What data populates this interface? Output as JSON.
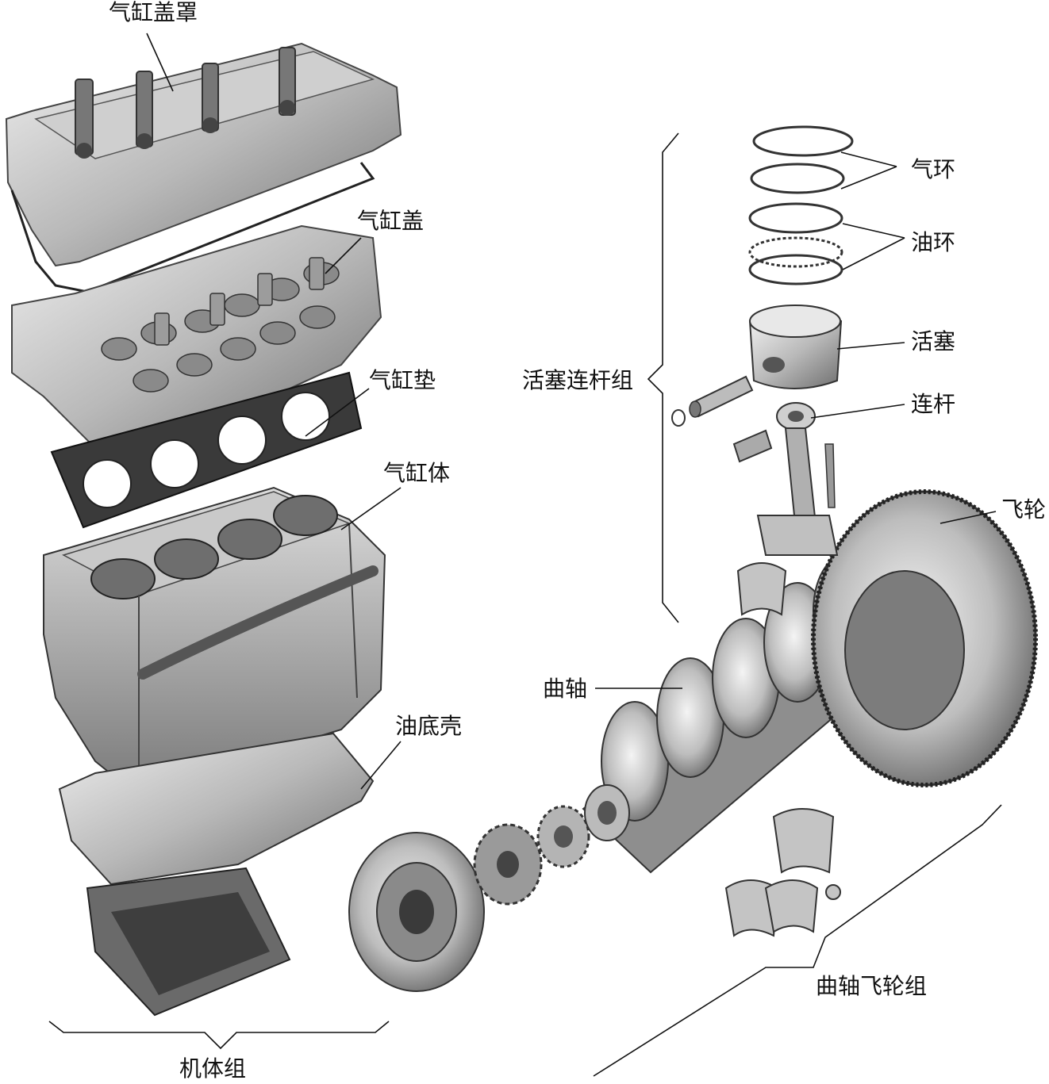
{
  "labels": {
    "cylinder_head_cover": "气缸盖罩",
    "cylinder_head": "气缸盖",
    "cylinder_gasket": "气缸垫",
    "cylinder_block": "气缸体",
    "oil_pan": "油底壳",
    "engine_body_group": "机体组",
    "piston_rod_group": "活塞连杆组",
    "compression_ring": "气环",
    "oil_ring": "油环",
    "piston": "活塞",
    "connecting_rod": "连杆",
    "flywheel": "飞轮",
    "crankshaft": "曲轴",
    "crankshaft_flywheel_group": "曲轴飞轮组"
  },
  "colors": {
    "ink": "#111111",
    "metal_light": "#d8d8d8",
    "metal_mid": "#a8a8a8",
    "metal_dark": "#555555"
  }
}
